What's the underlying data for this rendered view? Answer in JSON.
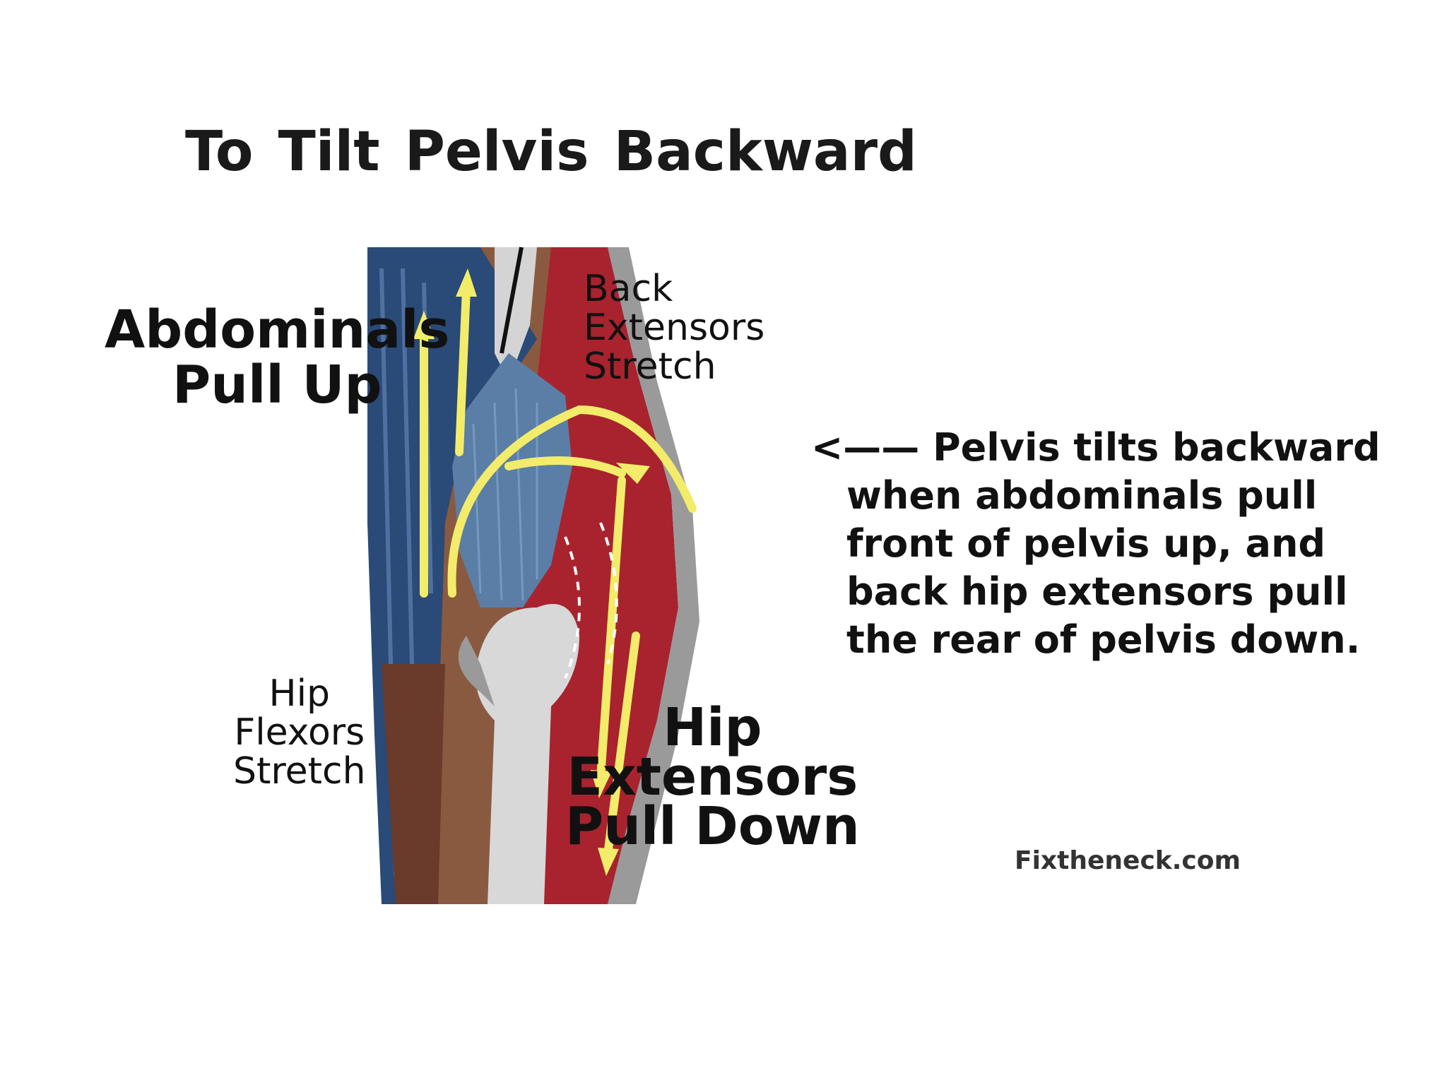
{
  "title": "To Tilt Pelvis Backward",
  "labels": {
    "abdominals": [
      "Abdominals",
      "Pull Up"
    ],
    "back_extensors": [
      "Back",
      "Extensors",
      "Stretch"
    ],
    "hip_flexors": [
      "Hip",
      "Flexors",
      "Stretch"
    ],
    "hip_extensors": [
      "Hip",
      "Extensors",
      "Pull Down"
    ]
  },
  "note": {
    "arrow": "<——",
    "lines": [
      "Pelvis tilts backward",
      "when abdominals pull",
      "front of pelvis up, and",
      "back hip extensors pull",
      "the rear of pelvis down."
    ]
  },
  "credit": "Fixtheneck.com",
  "colors": {
    "front_muscle": "#2a4a78",
    "pelvis_blue": "#5a7ea6",
    "back_muscle": "#a8232e",
    "bone": "#d4d4d4",
    "skin": "#8a5a40",
    "arrow": "#f2ec6a"
  }
}
